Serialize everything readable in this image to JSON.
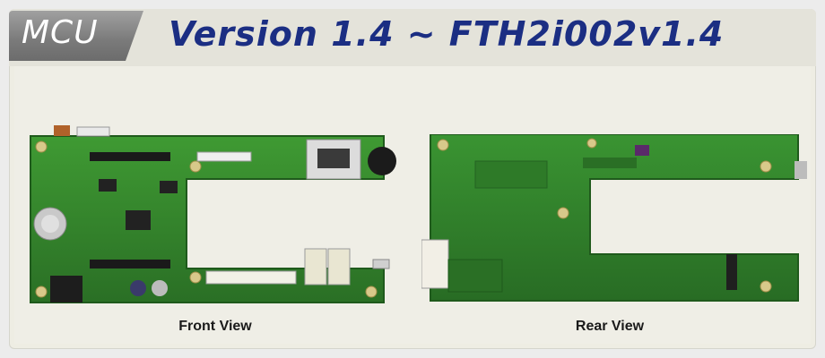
{
  "header": {
    "tab_label": "MCU",
    "title": "Version 1.4 ~ FTH2i002v1.4"
  },
  "views": [
    {
      "caption": "Front View"
    },
    {
      "caption": "Rear View"
    }
  ],
  "colors": {
    "title": "#1b2e83",
    "pcb_green": "#2f7a2a",
    "tab_gray": "#7a7a7a"
  },
  "icons": {
    "front_board": "pcb-front-illustration",
    "rear_board": "pcb-rear-illustration"
  }
}
